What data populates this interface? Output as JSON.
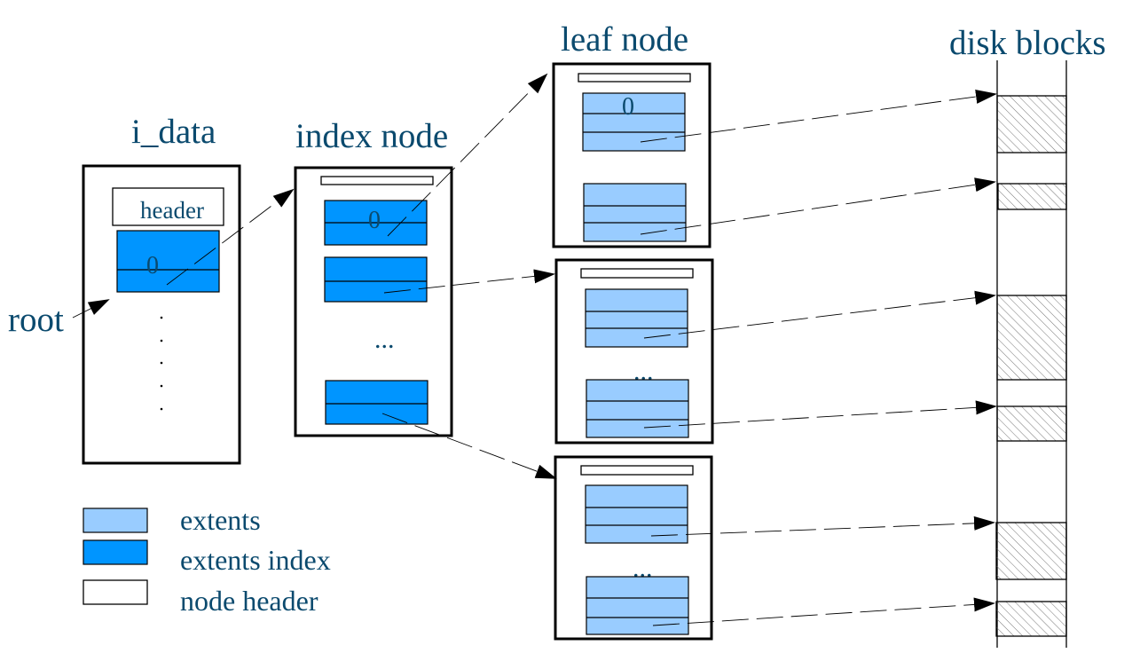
{
  "labels": {
    "i_data": "i_data",
    "index_node": "index node",
    "leaf_node": "leaf node",
    "disk_blocks": "disk blocks",
    "root": "root",
    "header": "header",
    "zero": "0",
    "ellipsis": "..."
  },
  "legend": [
    {
      "label": "extents",
      "kind": "extent",
      "color": "#99ccff"
    },
    {
      "label": "extents index",
      "kind": "extent-index",
      "color": "#0095ff"
    },
    {
      "label": "node header",
      "kind": "node-header",
      "color": "#ffffff"
    }
  ],
  "colors": {
    "text": "#0b4a6e",
    "extent": "#99ccff",
    "extent_index": "#0095ff",
    "border": "#000000"
  }
}
